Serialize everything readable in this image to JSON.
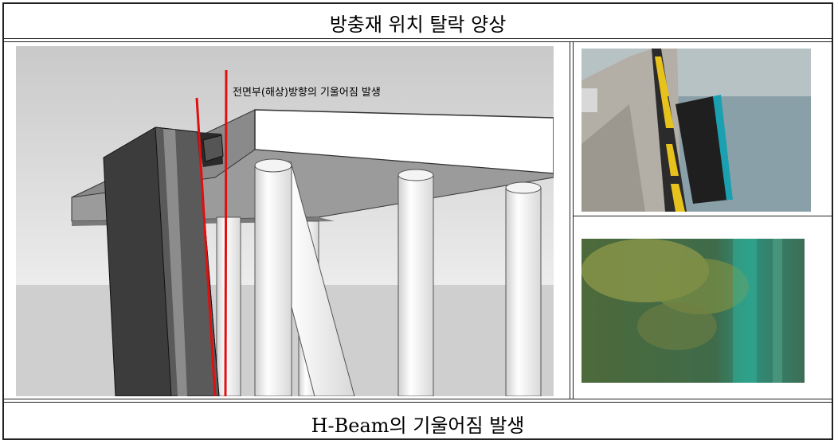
{
  "header": {
    "title": "방충재 위치 탈락 양상"
  },
  "diagram": {
    "annotation": "전면부(해상)방향의 기울어짐 발생"
  },
  "footer": {
    "caption": "H-Beam의 기울어짐 발생"
  }
}
